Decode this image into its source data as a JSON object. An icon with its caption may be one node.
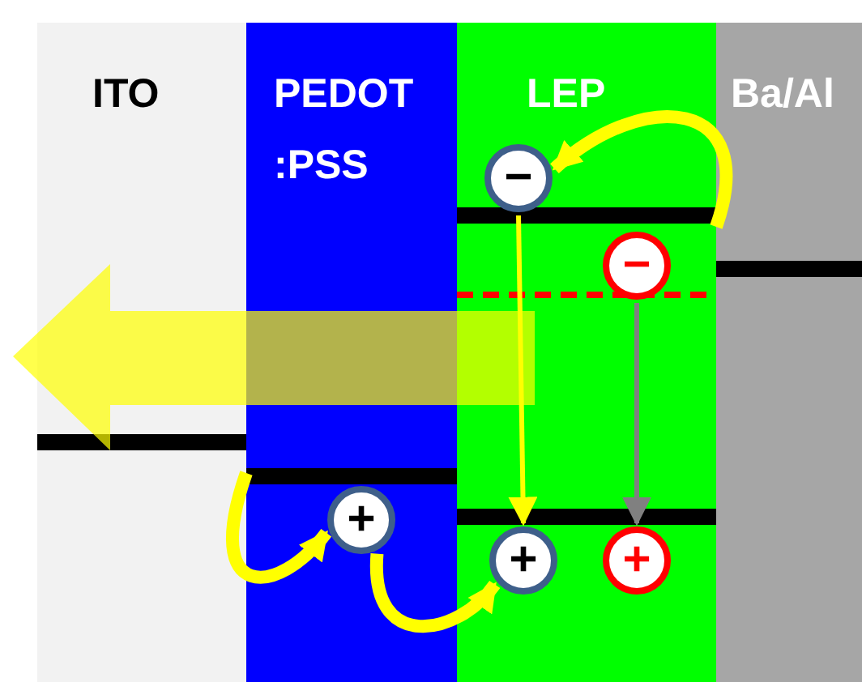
{
  "diagram": {
    "nodes": [
      {
        "text": [
          "ITO"
        ]
      },
      {
        "text": [
          "PEDOT :PSS"
        ]
      },
      {
        "text": [
          "LEP"
        ]
      },
      {
        "text": [
          "Ba/Al"
        ]
      },
      {
        "text": [
          "−"
        ],
        "in": 2
      },
      {
        "text": [
          "−"
        ],
        "in": 2
      },
      {
        "text": [
          "+"
        ],
        "in": 1
      },
      {
        "text": [
          "+"
        ],
        "in": 2
      },
      {
        "text": [
          "+"
        ],
        "in": 2
      }
    ],
    "edges": [
      {
        "from": 3,
        "to": 4,
        "arrow": "to"
      },
      {
        "from": 4,
        "to": 7,
        "arrow": "to"
      },
      {
        "from": 5,
        "to": 8,
        "arrow": "to",
        "color": "#808080"
      },
      {
        "from": 0,
        "to": 6,
        "arrow": "to"
      },
      {
        "from": 6,
        "to": 7,
        "arrow": "to"
      }
    ]
  }
}
